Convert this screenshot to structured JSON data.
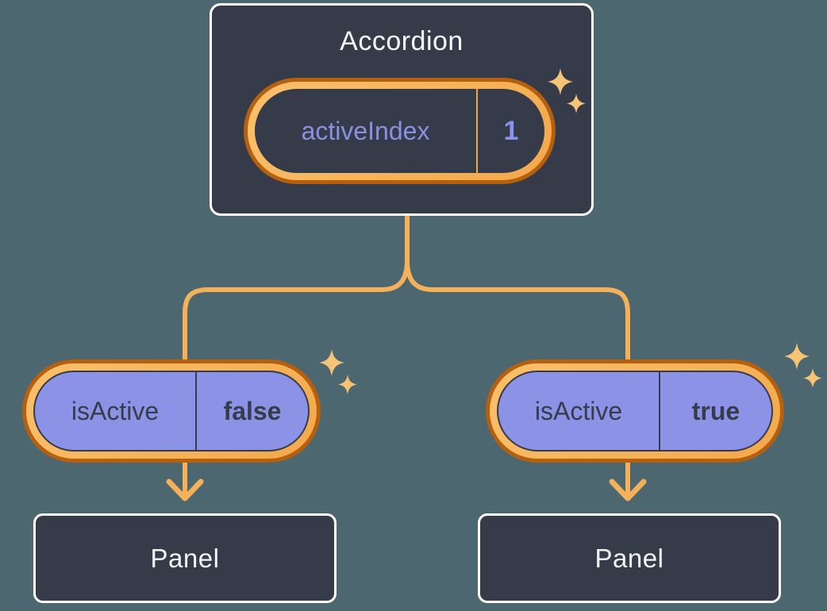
{
  "accordion": {
    "title": "Accordion",
    "pill": {
      "label": "activeIndex",
      "value": "1"
    }
  },
  "branches": [
    {
      "pill": {
        "label": "isActive",
        "value": "false"
      },
      "panel_title": "Panel"
    },
    {
      "pill": {
        "label": "isActive",
        "value": "true"
      },
      "panel_title": "Panel"
    }
  ],
  "colors": {
    "background": "#4C6770",
    "card_fill": "#353B48",
    "card_border": "#FFFFFF",
    "pill_purple": "#8C92E6",
    "glow_light": "#F8B156",
    "glow_dark": "#B5600E",
    "connector": "#F5B159",
    "label_purple": "#8A90E2",
    "value_purple": "#8A94F0",
    "text_dark": "#363C49",
    "text_light": "#F6F7F9",
    "sparkle": "#F6C477"
  }
}
